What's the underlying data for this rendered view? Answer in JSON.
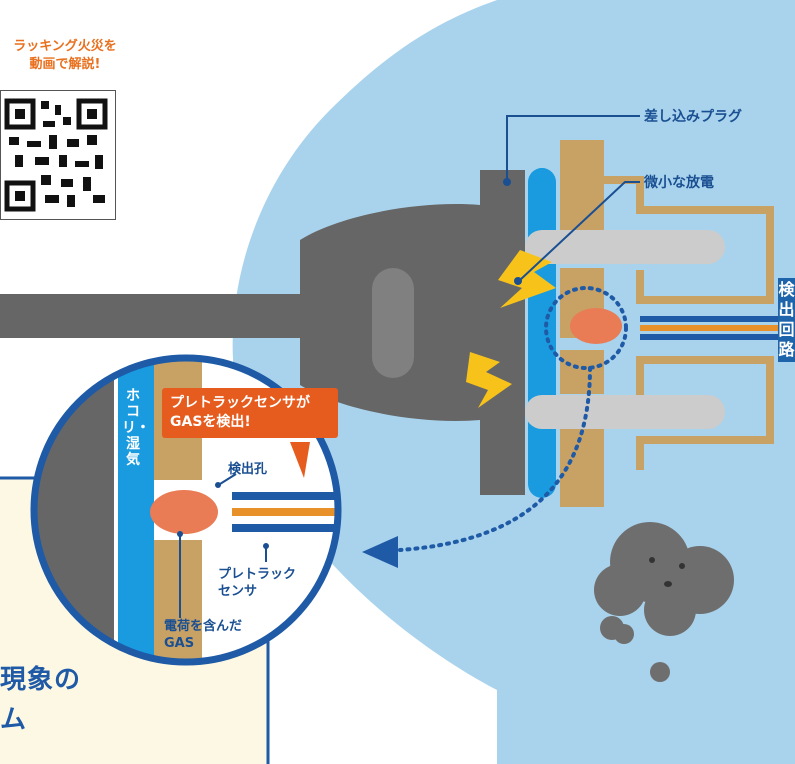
{
  "promo": {
    "line1": "ラッキング火災を",
    "line2": "動画で解説!"
  },
  "labels": {
    "plug": "差し込みプラグ",
    "discharge": "微小な放電",
    "detection_circuit": "検出回路",
    "sensor_detects": "プレトラックセンサが\nGASを検出!",
    "detection_hole": "検出孔",
    "pretrack_sensor": "プレトラック\nセンサ",
    "charged_gas": "電荷を含んだ\nGAS",
    "dust_moisture": "ホコリ・湿気"
  },
  "heading": {
    "line1": "現象の",
    "line2": "ム"
  },
  "colors": {
    "sky": "#a9d3ec",
    "panel": "#fdf8e4",
    "blue_line": "#1e5aa6",
    "plug": "#666666",
    "brass": "#c8a165",
    "dust": "#1a9be0",
    "gas": "#e97b55",
    "spark": "#f7c31b",
    "callout": "#e65c1e"
  },
  "icons": [
    "qr-code",
    "lightning-icon",
    "smoke-cloud-icon",
    "arrow-left-icon"
  ]
}
